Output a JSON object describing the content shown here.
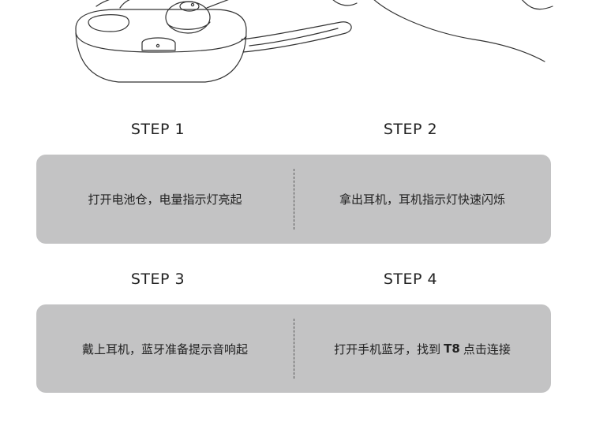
{
  "steps": [
    {
      "label": "STEP 1",
      "text": "打开电池仓，电量指示灯亮起"
    },
    {
      "label": "STEP 2",
      "text": "拿出耳机，耳机指示灯快速闪烁"
    },
    {
      "label": "STEP 3",
      "text": "戴上耳机，蓝牙准备提示音响起"
    },
    {
      "label": "STEP 4",
      "text_before": "打开手机蓝牙，找到",
      "text_bold": "T8",
      "text_after": "点击连接"
    }
  ],
  "colors": {
    "card_bg": "#c3c3c4",
    "text": "#222222",
    "divider": "#555555"
  }
}
